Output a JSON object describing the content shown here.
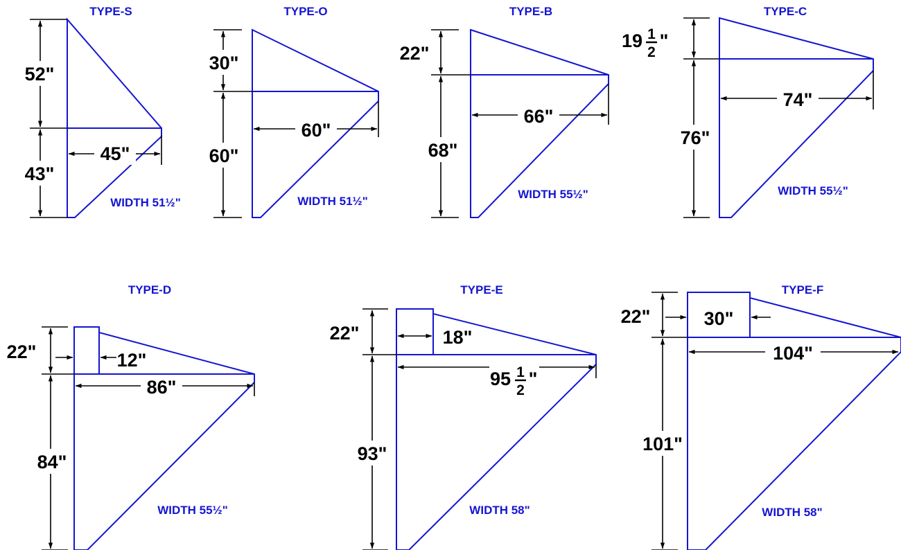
{
  "colors": {
    "outline": "#1414d2",
    "dimension": "#000000",
    "background": "#ffffff"
  },
  "diagrams": {
    "type_s": {
      "title": "TYPE-S",
      "dim_top": "52\"",
      "dim_bottom": "43\"",
      "dim_horizontal": "45\"",
      "width_label": "WIDTH 51½\""
    },
    "type_o": {
      "title": "TYPE-O",
      "dim_top": "30\"",
      "dim_bottom": "60\"",
      "dim_horizontal": "60\"",
      "width_label": "WIDTH 51½\""
    },
    "type_b": {
      "title": "TYPE-B",
      "dim_top": "22\"",
      "dim_bottom": "68\"",
      "dim_horizontal": "66\"",
      "width_label": "WIDTH 55½\""
    },
    "type_c": {
      "title": "TYPE-C",
      "dim_top_whole": "19",
      "dim_top_num": "1",
      "dim_top_den": "2",
      "dim_top_unit": "\"",
      "dim_bottom": "76\"",
      "dim_horizontal": "74\"",
      "width_label": "WIDTH 55½\""
    },
    "type_d": {
      "title": "TYPE-D",
      "dim_top": "22\"",
      "dim_box": "12\"",
      "dim_bottom": "84\"",
      "dim_horizontal": "86\"",
      "width_label": "WIDTH 55½\""
    },
    "type_e": {
      "title": "TYPE-E",
      "dim_top": "22\"",
      "dim_box": "18\"",
      "dim_bottom": "93\"",
      "dim_horizontal_whole": "95",
      "dim_horizontal_num": "1",
      "dim_horizontal_den": "2",
      "dim_horizontal_unit": "\"",
      "width_label": "WIDTH 58\""
    },
    "type_f": {
      "title": "TYPE-F",
      "dim_top": "22\"",
      "dim_box": "30\"",
      "dim_bottom": "101\"",
      "dim_horizontal": "104\"",
      "width_label": "WIDTH 58\""
    }
  }
}
